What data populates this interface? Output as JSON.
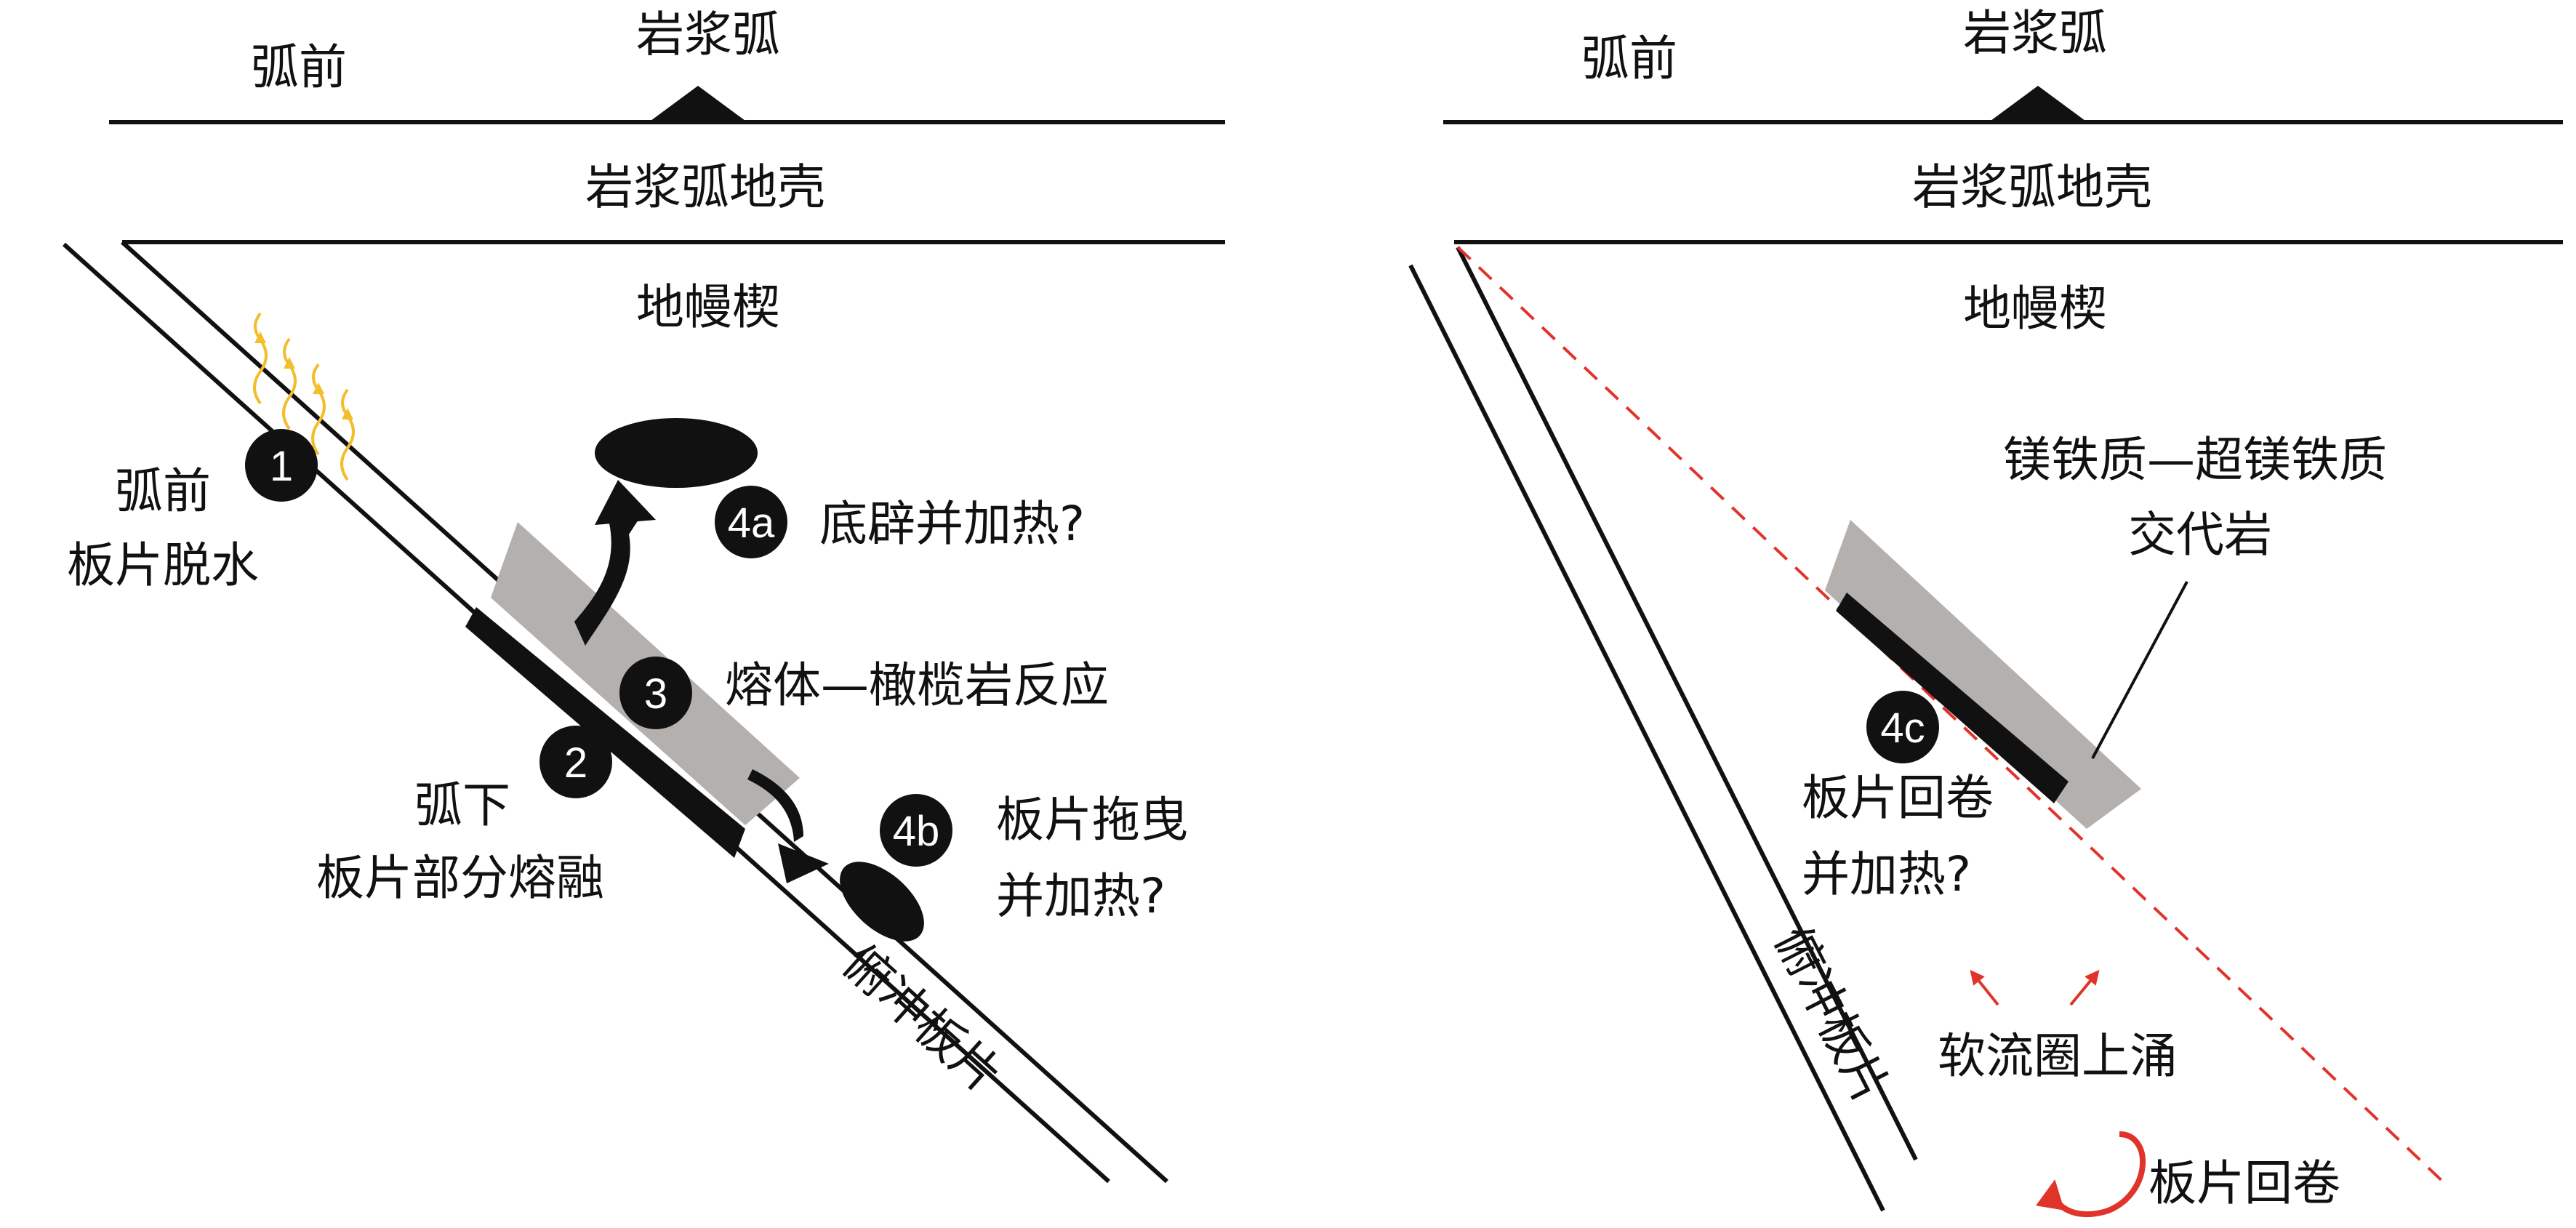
{
  "colors": {
    "line": "#111111",
    "wedge_gray": "#b3b0ae",
    "fluid_yellow": "#f3be2c",
    "red": "#e0342a",
    "background": "#ffffff"
  },
  "left_panel": {
    "forearc": "弧前",
    "magmatic_arc": "岩浆弧",
    "arc_crust": "岩浆弧地壳",
    "mantle_wedge": "地幔楔",
    "step1": {
      "number": "1",
      "label_line1": "弧前",
      "label_line2": "板片脱水"
    },
    "step2": {
      "number": "2",
      "label_line1": "弧下",
      "label_line2": "板片部分熔融"
    },
    "step3": {
      "number": "3",
      "label": "熔体—橄榄岩反应"
    },
    "step4a": {
      "number": "4a",
      "label": "底辟并加热?"
    },
    "step4b": {
      "number": "4b",
      "label_line1": "板片拖曳",
      "label_line2": "并加热?"
    },
    "slab": "俯冲板片"
  },
  "right_panel": {
    "forearc": "弧前",
    "magmatic_arc": "岩浆弧",
    "arc_crust": "岩浆弧地壳",
    "mantle_wedge": "地幔楔",
    "metasomatite_line1": "镁铁质—超镁铁质",
    "metasomatite_line2": "交代岩",
    "step4c": {
      "number": "4c",
      "label_line1": "板片回卷",
      "label_line2": "并加热?"
    },
    "asthenosphere_upwelling": "软流圈上涌",
    "slab_rollback": "板片回卷",
    "slab": "俯冲板片"
  }
}
